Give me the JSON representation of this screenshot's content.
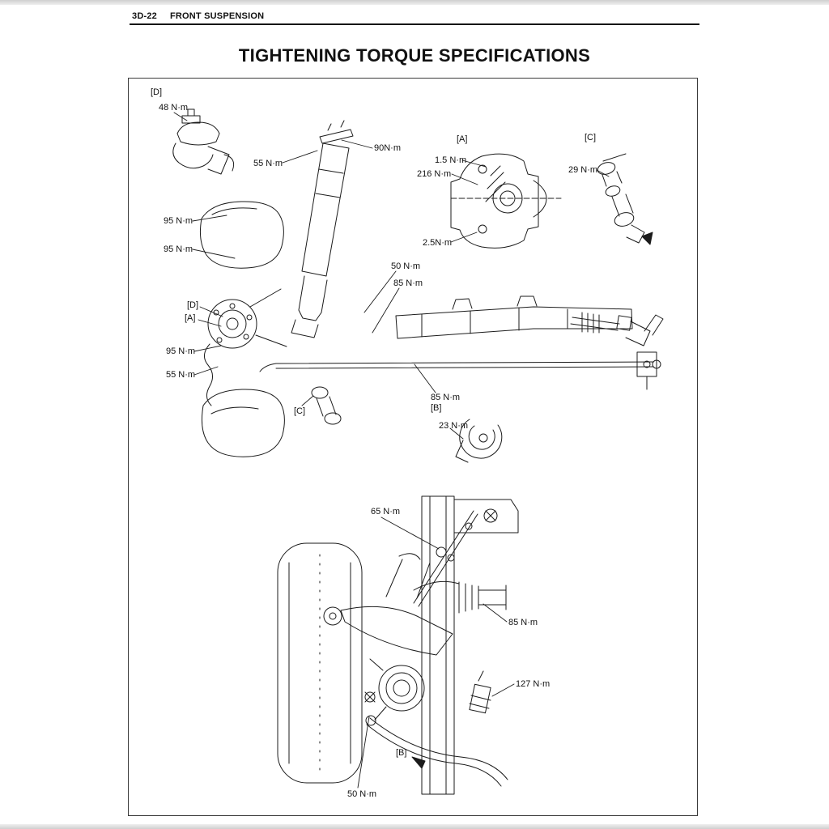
{
  "page": {
    "header_page": "3D-22",
    "header_section": "FRONT SUSPENSION",
    "title": "TIGHTENING TORQUE SPECIFICATIONS"
  },
  "figure": {
    "callouts": {
      "ref_d_top": "[D]",
      "nm48": "48 N·m",
      "nm90": "90N·m",
      "nm55_top": "55 N·m",
      "ref_a_inset": "[A]",
      "nm1_5": "1.5 N·m",
      "nm216": "216 N·m",
      "nm2_5": "2.5N·m",
      "ref_c_inset": "[C]",
      "nm29": "29 N·m",
      "nm95_1": "95 N·m",
      "nm95_2": "95 N·m",
      "nm50_mid": "50 N·m",
      "nm85_mid": "85 N·m",
      "ref_d_hub": "[D]",
      "ref_a_hub": "[A]",
      "nm95_3": "95 N·m",
      "nm55_hub": "55 N·m",
      "ref_c_link": "[C]",
      "nm85_rack": "85 N·m",
      "ref_b_rack": "[B]",
      "nm23": "23 N·m",
      "nm65": "65 N·m",
      "nm85_lower": "85 N·m",
      "nm127": "127 N·m",
      "ref_b_lower": "[B]",
      "nm50_lower": "50 N·m"
    }
  }
}
